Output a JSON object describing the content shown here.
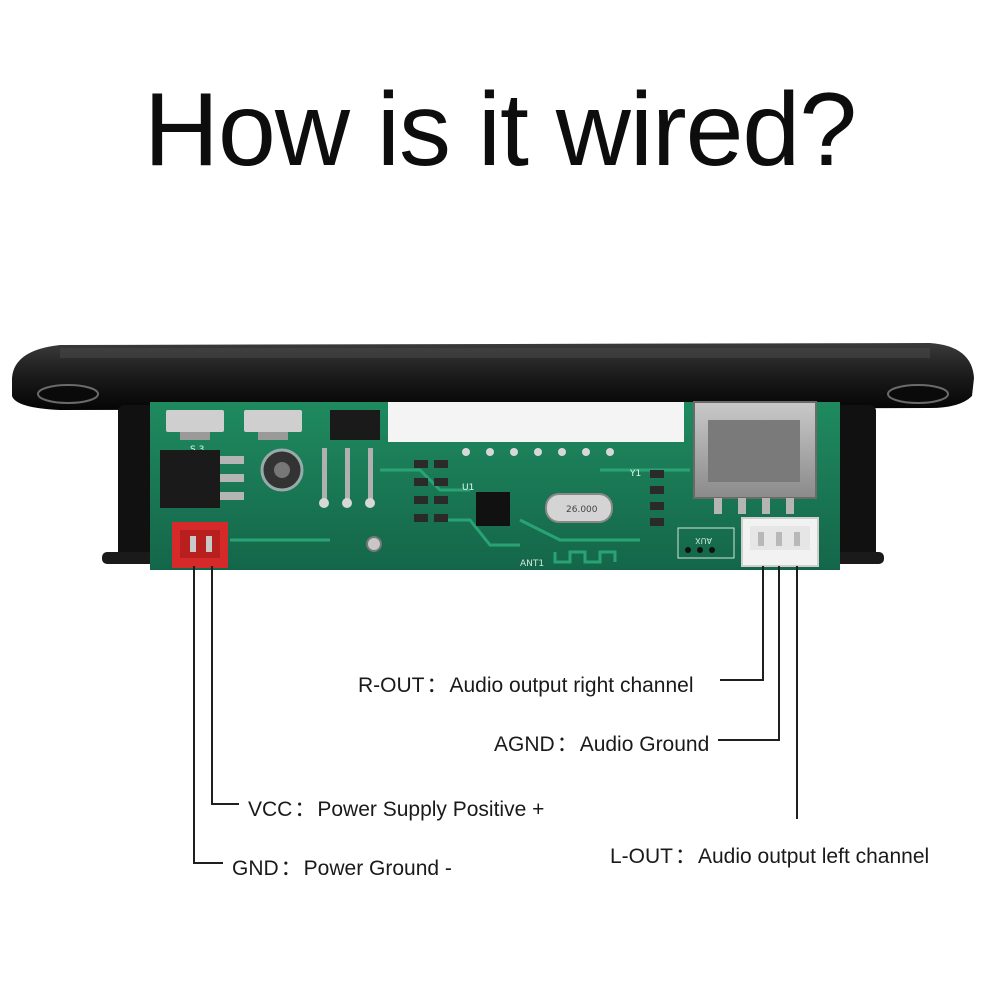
{
  "title": "How is it wired?",
  "board": {
    "silk": {
      "aux": "AUX",
      "ant": "ANT1",
      "crystal": "26.000",
      "ic": "U1",
      "y1": "Y1",
      "s3": "S 3"
    }
  },
  "pins": [
    {
      "id": "r-out",
      "name": "R-OUT",
      "sep": "：",
      "desc": "Audio output right channel"
    },
    {
      "id": "agnd",
      "name": "AGND",
      "sep": "：",
      "desc": "Audio Ground"
    },
    {
      "id": "vcc",
      "name": "VCC",
      "sep": "：",
      "desc": "Power Supply Positive +"
    },
    {
      "id": "l-out",
      "name": "L-OUT",
      "sep": "：",
      "desc": "Audio output left channel"
    },
    {
      "id": "gnd",
      "name": "GND",
      "sep": "：",
      "desc": "Power Ground -"
    }
  ],
  "colors": {
    "pcb": "#1a7a55",
    "power-connector": "#d62a2a",
    "audio-connector": "#f2f2f2",
    "housing": "#111111"
  }
}
